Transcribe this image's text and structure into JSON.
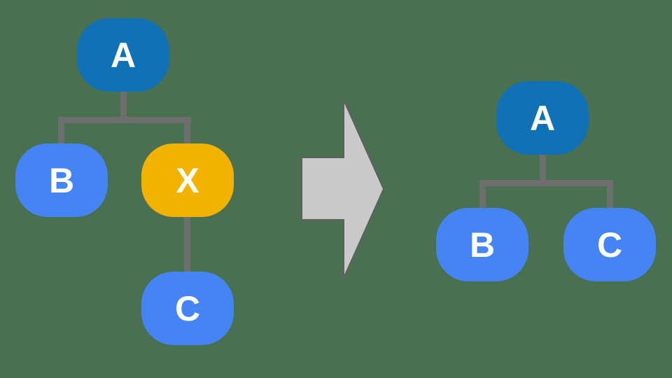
{
  "diagram_type": "tree-transformation",
  "before_tree": {
    "root_label": "A",
    "left_child_label": "B",
    "right_child_label": "X",
    "grandchild_label": "C"
  },
  "after_tree": {
    "root_label": "A",
    "left_child_label": "B",
    "right_child_label": "C"
  },
  "arrow": {
    "direction": "right"
  },
  "colors": {
    "background": "#497050",
    "root_node": "#1072b4",
    "child_node": "#4485f3",
    "highlight_node": "#f2b200",
    "connector": "#6e6e6e",
    "arrow_fill": "#c9c9c9",
    "arrow_border": "#5f5f5f",
    "node_text": "#ffffff"
  }
}
